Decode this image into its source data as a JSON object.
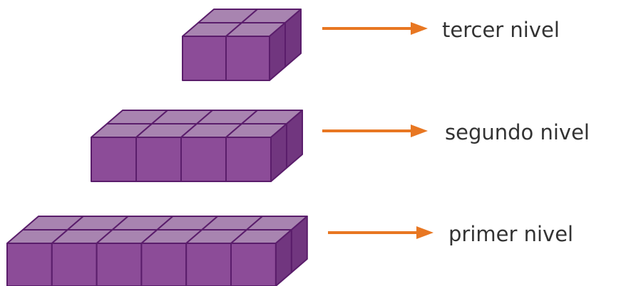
{
  "colors": {
    "cube_top": "#a884b0",
    "cube_front": "#8c4c98",
    "cube_side": "#71367f",
    "cube_edge": "#5a1d6b",
    "arrow": "#e87722",
    "text": "#333333"
  },
  "levels": [
    {
      "id": "tercer",
      "label": "tercer nivel",
      "columns": 2,
      "rows": 2
    },
    {
      "id": "segundo",
      "label": "segundo nivel",
      "columns": 4,
      "rows": 2
    },
    {
      "id": "primer",
      "label": "primer nivel",
      "columns": 6,
      "rows": 2
    }
  ]
}
